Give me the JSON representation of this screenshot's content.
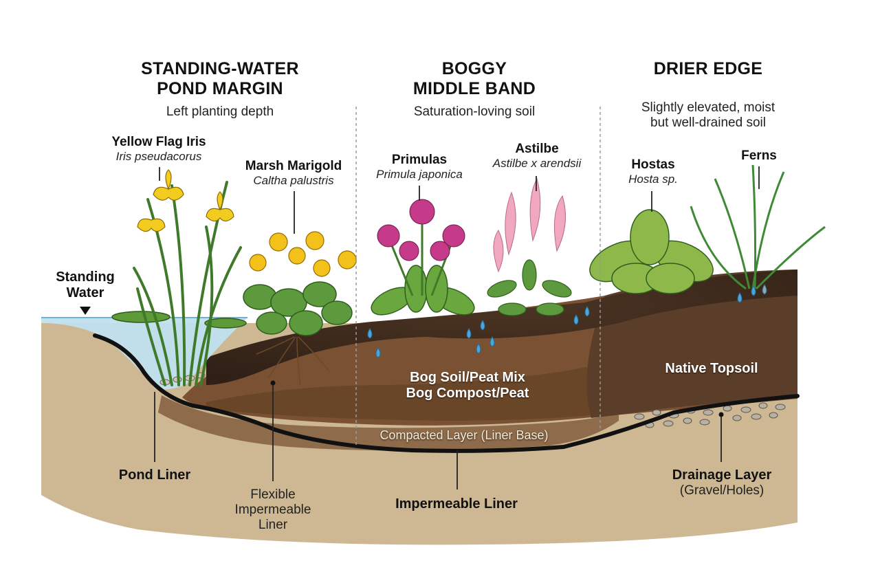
{
  "zones": [
    {
      "title_line1": "STANDING-WATER",
      "title_line2": "POND MARGIN",
      "subtitle": "Left planting depth"
    },
    {
      "title_line1": "BOGGY",
      "title_line2": "MIDDLE BAND",
      "subtitle": "Saturation-loving soil"
    },
    {
      "title_line1": "DRIER EDGE",
      "subtitle_line1": "Slightly elevated, moist",
      "subtitle_line2": "but well-drained soil"
    }
  ],
  "plants": [
    {
      "name": "Yellow Flag Iris",
      "latin": "Iris pseudacorus"
    },
    {
      "name": "Marsh Marigold",
      "latin": "Caltha palustris"
    },
    {
      "name": "Primulas",
      "latin": "Primula japonica"
    },
    {
      "name": "Astilbe",
      "latin": "Astilbe x arendsii"
    },
    {
      "name": "Hostas",
      "latin": "Hosta sp."
    },
    {
      "name": "Ferns"
    }
  ],
  "callouts": {
    "standing_water_line1": "Standing",
    "standing_water_line2": "Water",
    "pond_liner": "Pond Liner",
    "flexible_line1": "Flexible",
    "flexible_line2": "Impermeable",
    "flexible_line3": "Liner",
    "impermeable_liner": "Impermeable Liner",
    "drainage_layer": "Drainage Layer",
    "drainage_sub": "(Gravel/Holes)"
  },
  "layers": {
    "bog_soil": "Bog Soil/Peat Mix",
    "bog_compost": "Bog Compost/Peat",
    "compacted": "Compacted Layer (Liner Base)",
    "native_topsoil": "Native Topsoil"
  },
  "colors": {
    "water": "#bfe0ee",
    "dark_soil": "#3e2a1e",
    "mid_soil": "#6e4a2e",
    "sand": "#c9b58e",
    "liner": "#111111",
    "iris_yellow": "#f2cc1e",
    "primula_pink": "#c63a8a",
    "astilbe_pink": "#f0a7bf",
    "leaf_green": "#4f8f36"
  }
}
